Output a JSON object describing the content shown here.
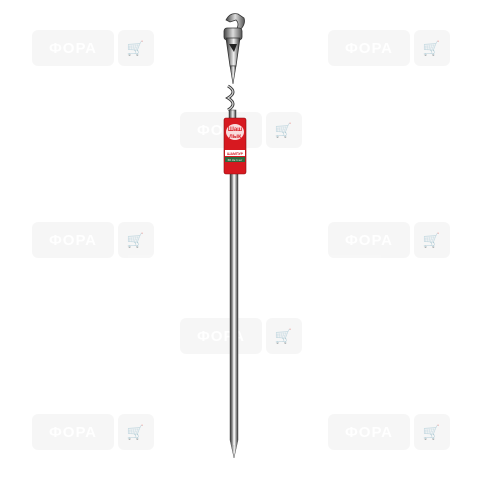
{
  "image": {
    "watermark": {
      "text": "ФОРА",
      "icon": "shopping-basket-icon",
      "color": "#eeeeee"
    },
    "product": {
      "name_lettering": "Шашлык",
      "tag_brand": "ШАШЛИ",
      "tag_label": "ШАМПУР",
      "tag_sub": "60 см 1 шт",
      "tag_colors": [
        "#d71920",
        "#ffffff",
        "#2d6a3e"
      ],
      "metal_colors": [
        "#f2f2f2",
        "#9a9a9a",
        "#2a2a2a"
      ]
    }
  }
}
